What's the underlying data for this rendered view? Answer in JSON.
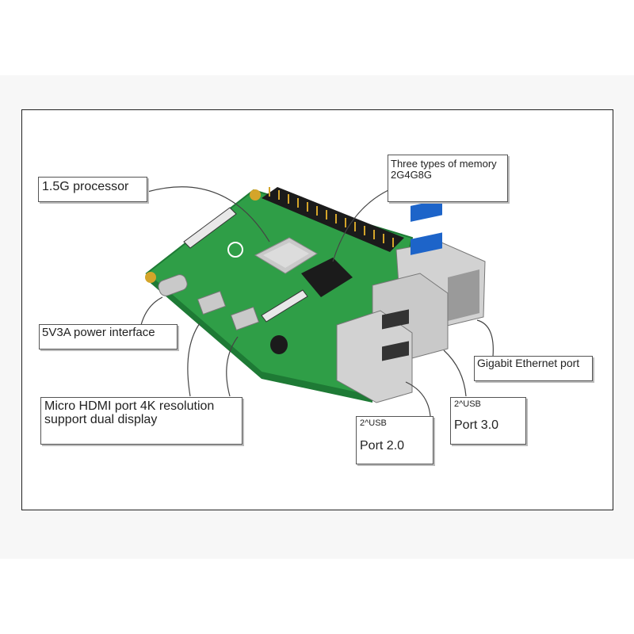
{
  "labels": {
    "processor": "1.5G processor",
    "memory": "Three types of memory 2G4G8G",
    "power": "5V3A power interface",
    "hdmi": "Micro HDMI port 4K resolution support dual display",
    "ethernet": "Gigabit Ethernet port",
    "usb3_small": "2^USB",
    "usb3_main": "Port 3.0",
    "usb2_small": "2^USB",
    "usb2_main": "Port 2.0"
  },
  "colors": {
    "board": "#2f9e47",
    "board_dark": "#1e7a35",
    "usb3_blue": "#1d64c9",
    "metal": "#c9c9c9",
    "gold": "#d4a52a",
    "header_black": "#1b1b1b"
  }
}
